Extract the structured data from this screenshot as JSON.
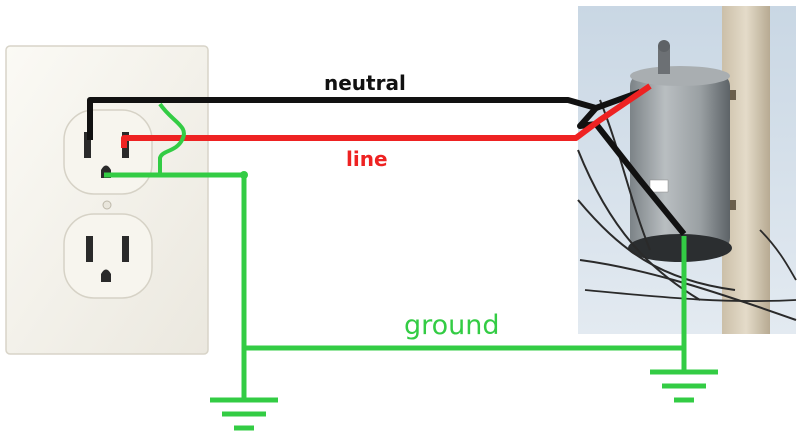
{
  "labels": {
    "neutral": "neutral",
    "line": "line",
    "ground": "ground"
  },
  "colors": {
    "neutral_wire": "#111111",
    "line_wire": "#ee2222",
    "ground_wire": "#33cc44",
    "background": "#ffffff"
  },
  "icons": {
    "outlet": "duplex-outlet-icon",
    "transformer": "utility-pole-transformer-icon",
    "earth_ground": "earth-ground-symbol-icon"
  }
}
